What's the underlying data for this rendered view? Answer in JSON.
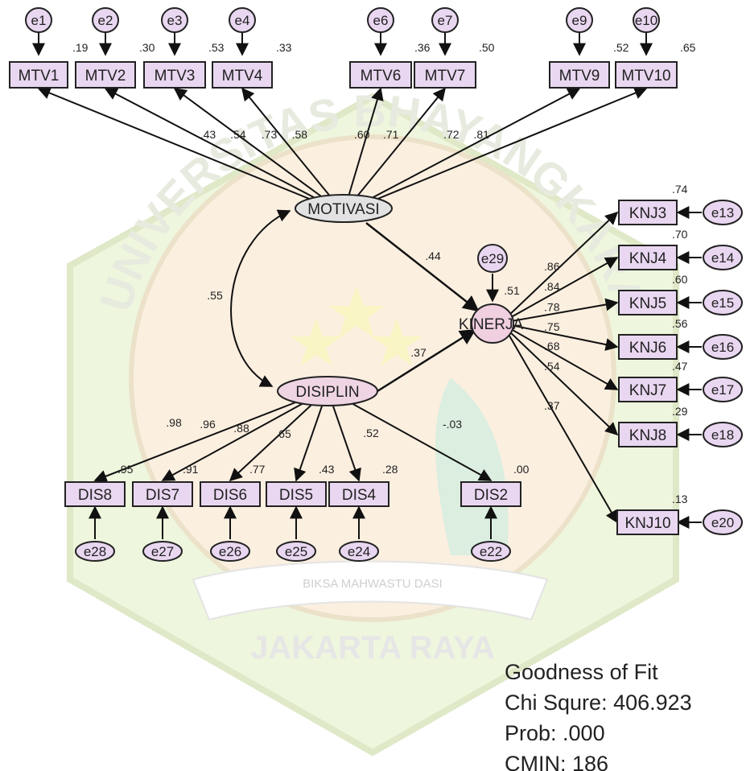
{
  "watermark": {
    "arc_text": "UNIVERSITAS BHAYANGKARA",
    "ribbon_text": "BIKSA MAHWASTU DASI",
    "bottom_text": "JAKARTA RAYA"
  },
  "latent": {
    "motivasi": "MOTIVASI",
    "disiplin": "DISIPLIN",
    "kinerja": "KINERJA"
  },
  "motivasi_indicators": [
    {
      "label": "MTV1",
      "error": "e1",
      "r2": ".19",
      "loading": ".43"
    },
    {
      "label": "MTV2",
      "error": "e2",
      "r2": ".30",
      "loading": ".54"
    },
    {
      "label": "MTV3",
      "error": "e3",
      "r2": ".53",
      "loading": ".73"
    },
    {
      "label": "MTV4",
      "error": "e4",
      "r2": ".33",
      "loading": ".58"
    },
    {
      "label": "MTV6",
      "error": "e6",
      "r2": ".36",
      "loading": ".60"
    },
    {
      "label": "MTV7",
      "error": "e7",
      "r2": ".50",
      "loading": ".71"
    },
    {
      "label": "MTV9",
      "error": "e9",
      "r2": ".52",
      "loading": ".72"
    },
    {
      "label": "MTV10",
      "error": "e10",
      "r2": ".65",
      "loading": ".81"
    }
  ],
  "kinerja_indicators": [
    {
      "label": "KNJ3",
      "error": "e13",
      "r2": ".74",
      "loading": ".86"
    },
    {
      "label": "KNJ4",
      "error": "e14",
      "r2": ".70",
      "loading": ".84"
    },
    {
      "label": "KNJ5",
      "error": "e15",
      "r2": ".60",
      "loading": ".78"
    },
    {
      "label": "KNJ6",
      "error": "e16",
      "r2": ".56",
      "loading": ".75"
    },
    {
      "label": "KNJ7",
      "error": "e17",
      "r2": ".47",
      "loading": ".68"
    },
    {
      "label": "KNJ8",
      "error": "e18",
      "r2": ".29",
      "loading": ".54"
    },
    {
      "label": "KNJ10",
      "error": "e20",
      "r2": ".13",
      "loading": ".37"
    }
  ],
  "disiplin_indicators": [
    {
      "label": "DIS8",
      "error": "e28",
      "r2": ".95",
      "loading": ".98"
    },
    {
      "label": "DIS7",
      "error": "e27",
      "r2": ".91",
      "loading": ".96"
    },
    {
      "label": "DIS6",
      "error": "e26",
      "r2": ".77",
      "loading": ".88"
    },
    {
      "label": "DIS5",
      "error": "e25",
      "r2": ".43",
      "loading": ".65"
    },
    {
      "label": "DIS4",
      "error": "e24",
      "r2": ".28",
      "loading": ".52"
    },
    {
      "label": "DIS2",
      "error": "e22",
      "r2": ".00",
      "loading": "-.03"
    }
  ],
  "structural": {
    "correlation": ".55",
    "motivasi_to_kinerja": ".44",
    "disiplin_to_kinerja": ".37",
    "kinerja_r2": ".51",
    "kinerja_error": "e29"
  },
  "fit": {
    "title": "Goodness of Fit",
    "chi": "Chi Squre: 406.923",
    "prob": "Prob: .000",
    "cmin": "CMIN: 186"
  },
  "colors": {
    "indicator_fill": "#e9d7f1",
    "line": "#111111",
    "error_fill": "#e9d7f1"
  }
}
